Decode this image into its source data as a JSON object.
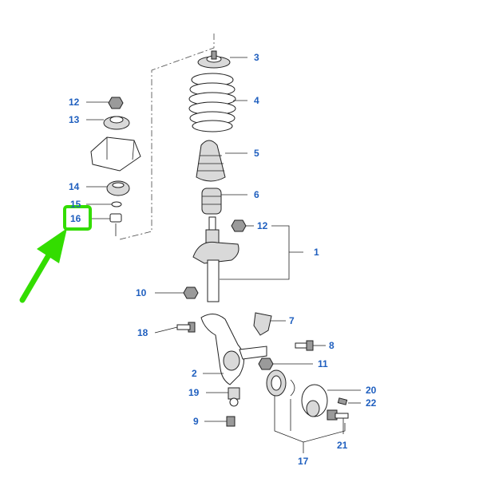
{
  "diagram": {
    "callouts": [
      {
        "id": "c3",
        "label": "3"
      },
      {
        "id": "c4",
        "label": "4"
      },
      {
        "id": "c5",
        "label": "5"
      },
      {
        "id": "c6",
        "label": "6"
      },
      {
        "id": "c12a",
        "label": "12"
      },
      {
        "id": "c1",
        "label": "1"
      },
      {
        "id": "c10",
        "label": "10"
      },
      {
        "id": "c7",
        "label": "7"
      },
      {
        "id": "c18",
        "label": "18"
      },
      {
        "id": "c8",
        "label": "8"
      },
      {
        "id": "c11",
        "label": "11"
      },
      {
        "id": "c2",
        "label": "2"
      },
      {
        "id": "c20",
        "label": "20"
      },
      {
        "id": "c19",
        "label": "19"
      },
      {
        "id": "c22",
        "label": "22"
      },
      {
        "id": "c9",
        "label": "9"
      },
      {
        "id": "c21",
        "label": "21"
      },
      {
        "id": "c17",
        "label": "17"
      },
      {
        "id": "c12b",
        "label": "12"
      },
      {
        "id": "c13",
        "label": "13"
      },
      {
        "id": "c14",
        "label": "14"
      },
      {
        "id": "c15",
        "label": "15"
      },
      {
        "id": "c16",
        "label": "16"
      }
    ],
    "highlight": {
      "color": "#33dd00",
      "target": "16"
    },
    "arrow_color": "#33dd00",
    "callout_color": "#1f5fbf"
  }
}
